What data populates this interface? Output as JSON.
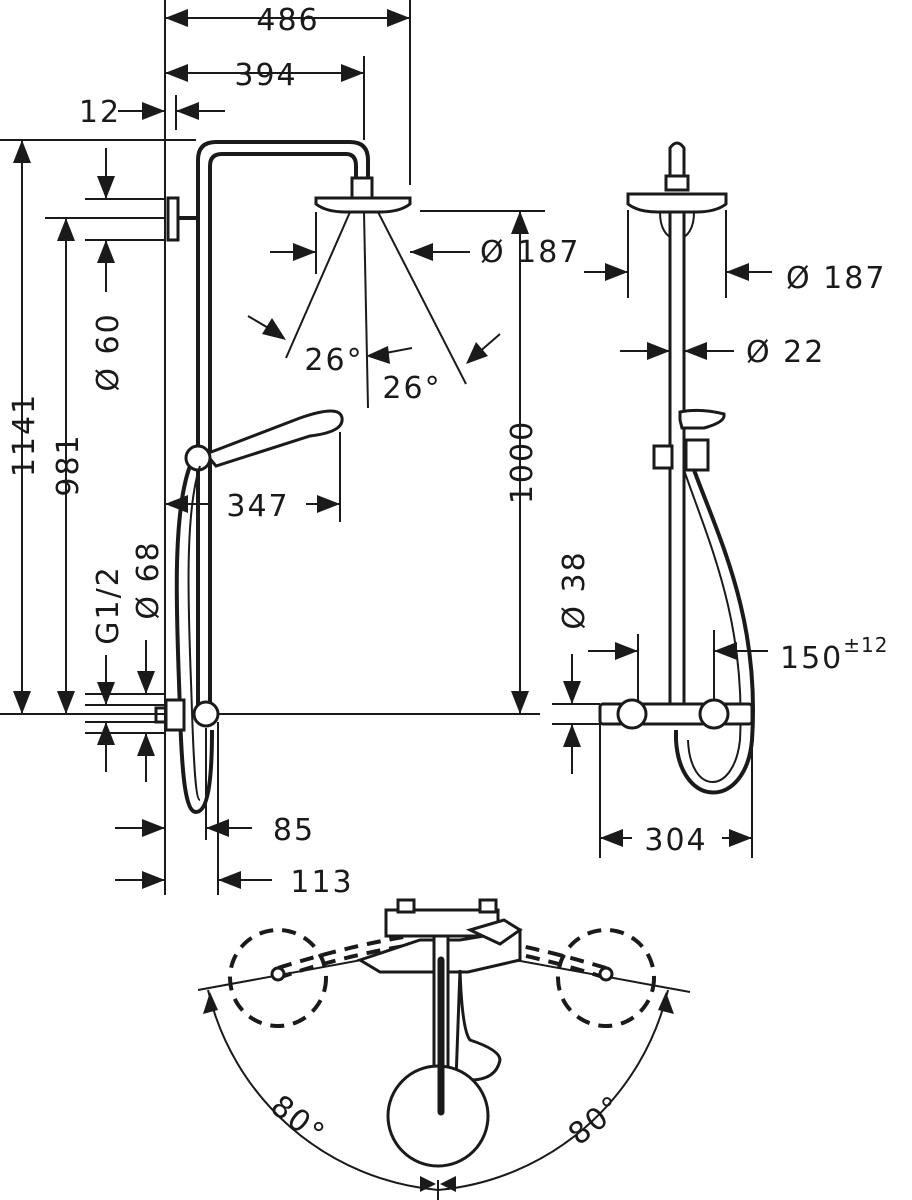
{
  "front_view": {
    "dim_486": "486",
    "dim_394": "394",
    "dim_12": "12",
    "dim_1141": "1141",
    "dim_981": "981",
    "dim_dia_60": "Ø 60",
    "dim_dia_187": "Ø 187",
    "angle_left": "26°",
    "angle_right": "26°",
    "dim_1000": "1000",
    "dim_347": "347",
    "dim_g12": "G1/2",
    "dim_dia_68": "Ø 68",
    "dim_85": "85",
    "dim_113": "113"
  },
  "side_view": {
    "dim_dia_187": "Ø 187",
    "dim_dia_22": "Ø 22",
    "dim_dia_38": "Ø 38",
    "dim_150": "150",
    "dim_150_tol": "±12",
    "dim_304": "304"
  },
  "top_view": {
    "angle_left": "80°",
    "angle_right": "80°"
  }
}
